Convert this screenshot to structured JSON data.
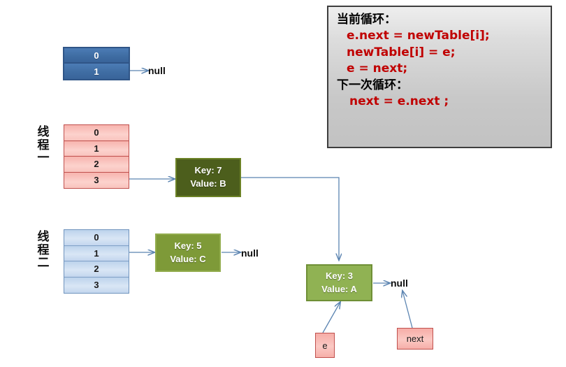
{
  "diagram": {
    "title": "HashMap resize concurrency diagram",
    "colors": {
      "arrow": "#5b84b1",
      "node_dark": "#4c5e1c",
      "node_mid": "#7e9a38",
      "node_light": "#90b253",
      "pink": "#f6ada7",
      "pink_border": "#c0504d",
      "blue_dark": "#3f6da3",
      "blue_light": "#cadcf1",
      "code_text": "#c00000",
      "callout_bg": "#c8c8c8"
    }
  },
  "callout": {
    "name": "code-callout",
    "lines": [
      {
        "text": "当前循环：",
        "kind": "cn"
      },
      {
        "text": "e.next = newTable[i];",
        "kind": "code"
      },
      {
        "text": "newTable[i] = e;",
        "kind": "code"
      },
      {
        "text": "e = next;",
        "kind": "code"
      },
      {
        "text": "下一次循环：",
        "kind": "cn"
      },
      {
        "text": "next = e.next ;",
        "kind": "code2"
      }
    ]
  },
  "tables": {
    "new_table": {
      "name": "new-table",
      "style": "blue-dark",
      "rows": [
        "0",
        "1"
      ]
    },
    "thread_one_table": {
      "name": "thread-one-table",
      "style": "pink",
      "label": {
        "chars": [
          "线",
          "程",
          "一"
        ],
        "text": "线程一"
      },
      "rows": [
        "0",
        "1",
        "2",
        "3"
      ]
    },
    "thread_two_table": {
      "name": "thread-two-table",
      "style": "blue-light",
      "label": {
        "chars": [
          "线",
          "程",
          "二"
        ],
        "text": "线程二"
      },
      "rows": [
        "0",
        "1",
        "2",
        "3"
      ]
    }
  },
  "nodes": [
    {
      "name": "entry-node-key7",
      "key": "Key: 7",
      "value": "Value: B",
      "style": "dark"
    },
    {
      "name": "entry-node-key5",
      "key": "Key: 5",
      "value": "Value: C",
      "style": "mid"
    },
    {
      "name": "entry-node-key3",
      "key": "Key: 3",
      "value": "Value: A",
      "style": "light"
    }
  ],
  "pointers": [
    {
      "name": "pointer-e",
      "label": "e"
    },
    {
      "name": "pointer-next",
      "label": "next"
    }
  ],
  "nulls": [
    {
      "name": "null-label-new-table",
      "text": "null"
    },
    {
      "name": "null-label-key5",
      "text": "null"
    },
    {
      "name": "null-label-key3",
      "text": "null"
    }
  ]
}
